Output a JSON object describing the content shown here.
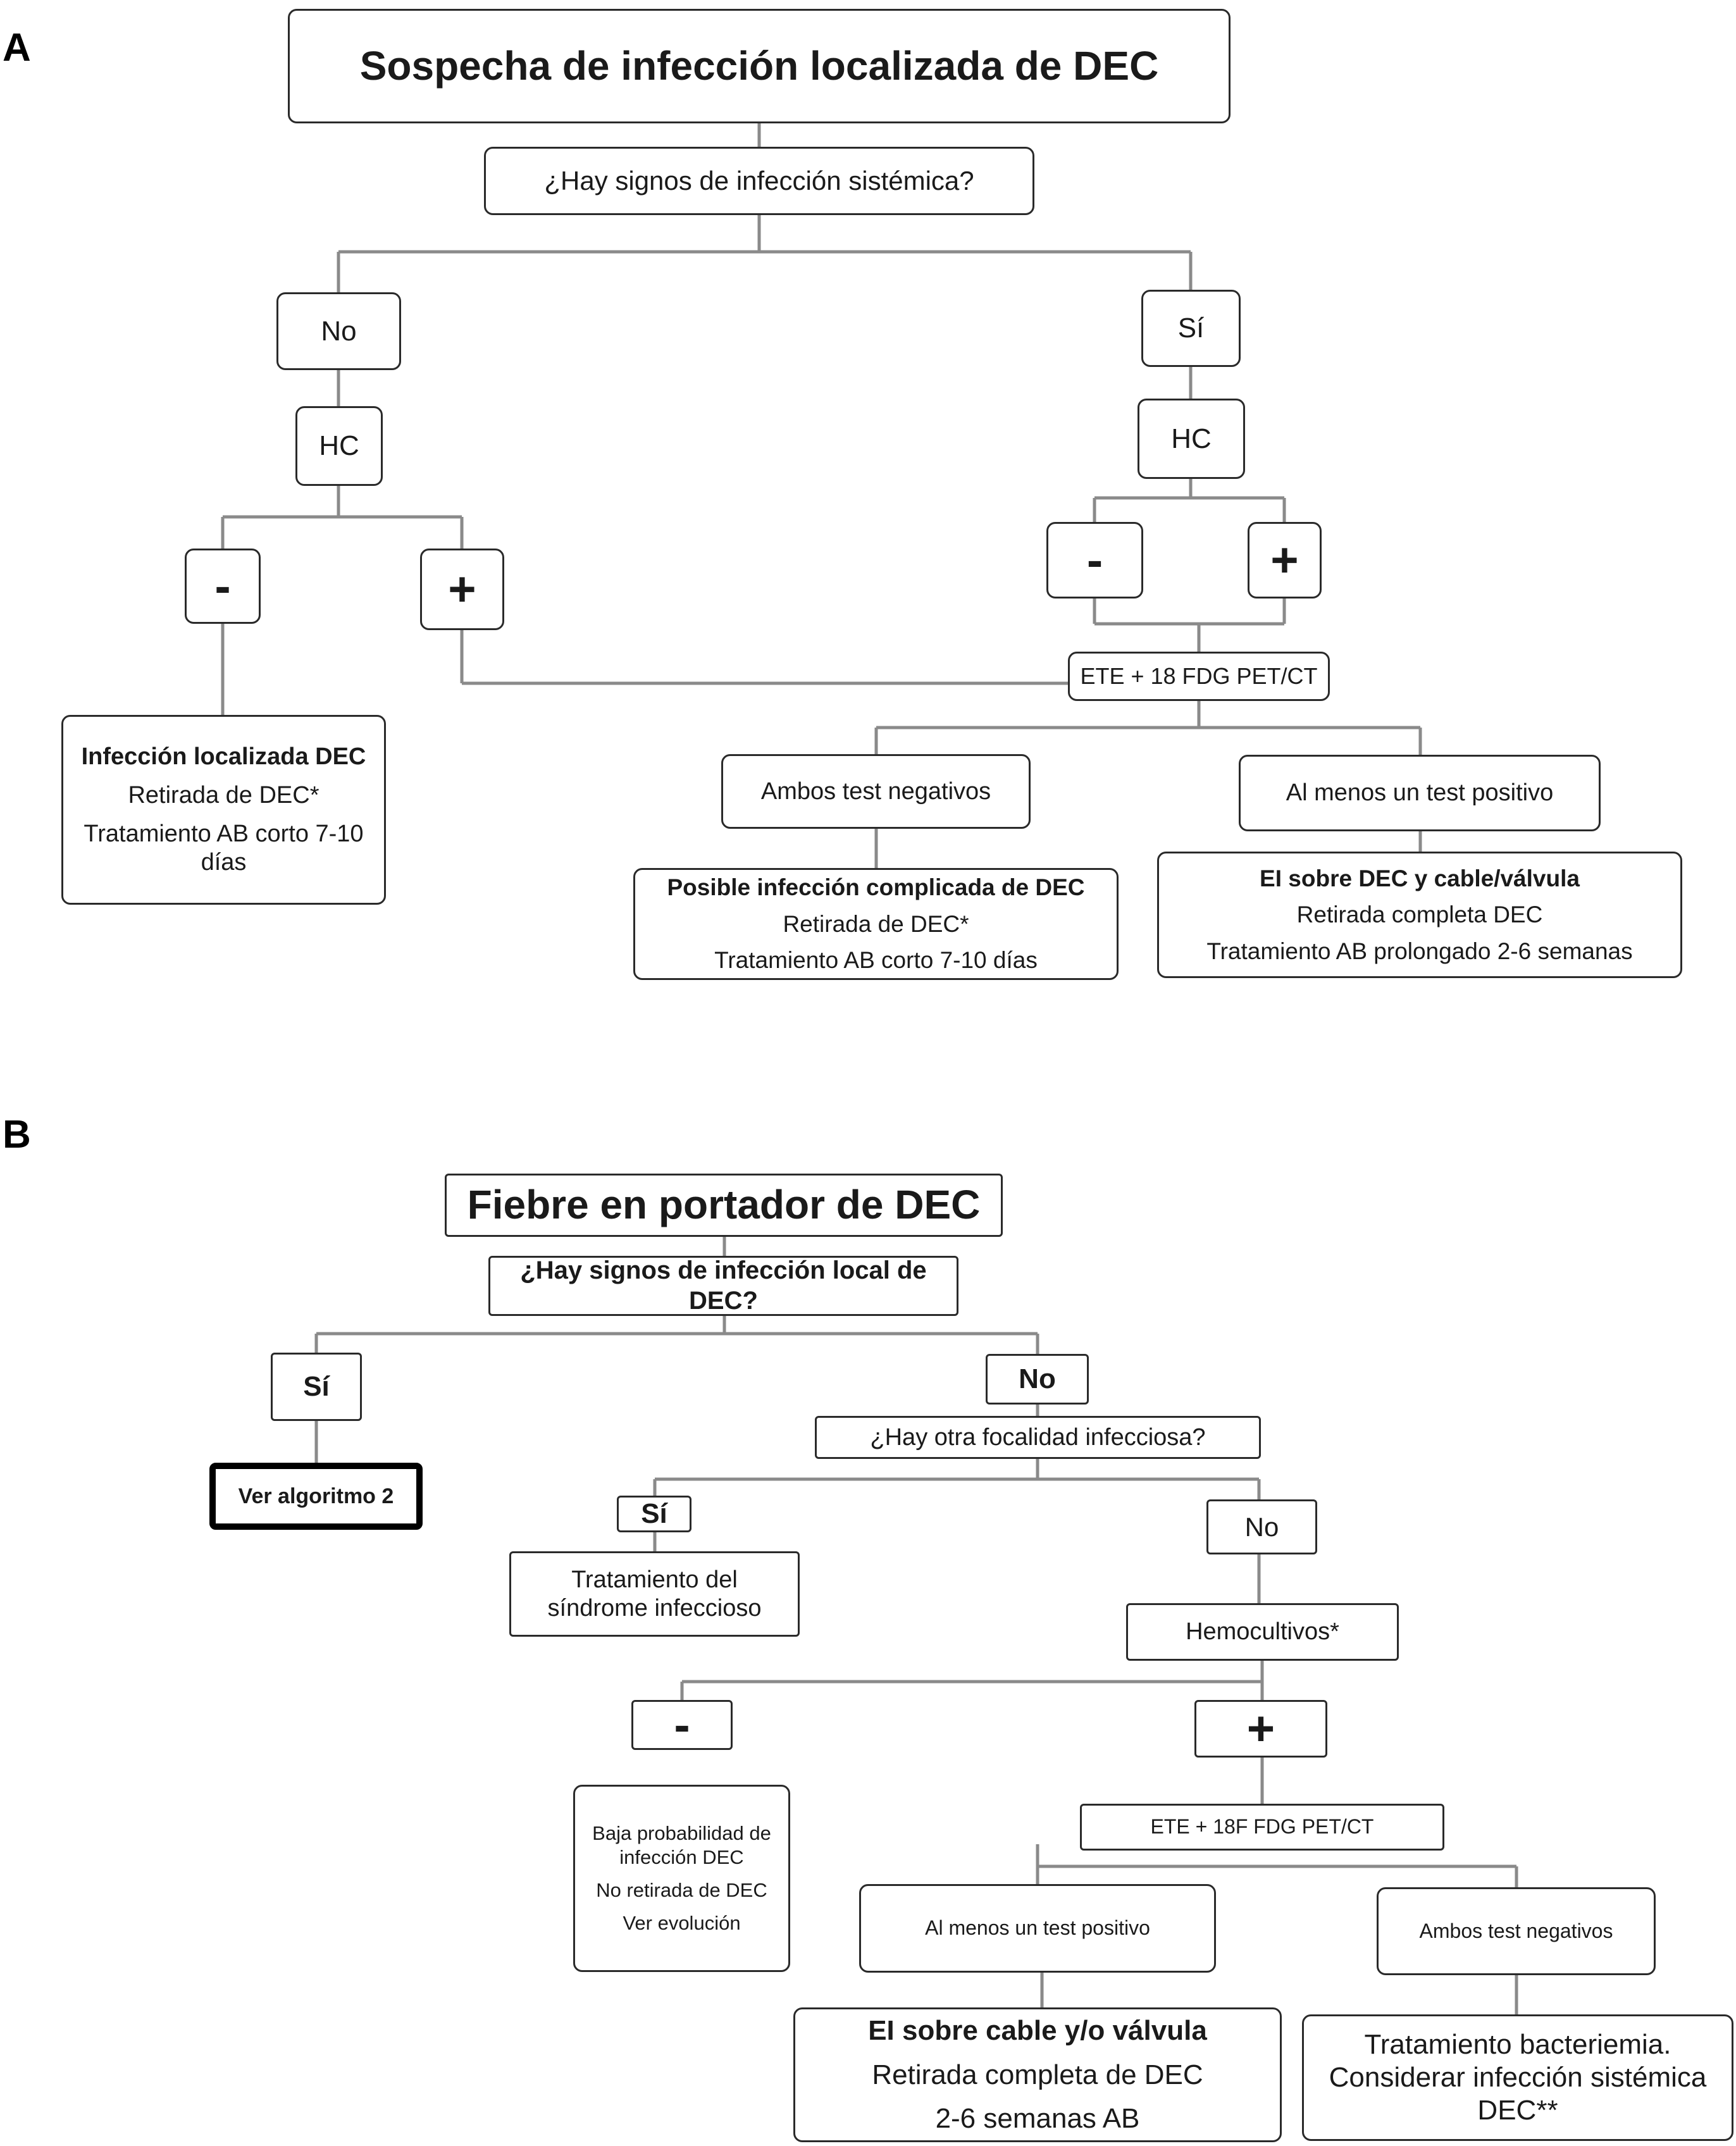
{
  "panel_a": {
    "letter": "A",
    "title": "Sospecha de infección localizada de DEC",
    "question": "¿Hay signos de infección sistémica?",
    "no": "No",
    "yes": "Sí",
    "hc_left": "HC",
    "hc_right": "HC",
    "minus": "-",
    "plus": "+",
    "ete": "ETE + 18 FDG PET/CT",
    "both_negative": "Ambos test negativos",
    "at_least_one_positive": "Al menos un test positivo",
    "localized": {
      "heading": "Infección localizada DEC",
      "line1": "Retirada de DEC*",
      "line2": "Tratamiento AB corto 7-10",
      "line3": "días"
    },
    "possible_complicated": {
      "heading": "Posible infección complicada de DEC",
      "line1": "Retirada de DEC*",
      "line2": "Tratamiento AB corto 7-10 días"
    },
    "ei": {
      "heading": "EI sobre DEC y cable/válvula",
      "line1": "Retirada completa DEC",
      "line2": "Tratamiento AB prolongado 2-6 semanas"
    }
  },
  "panel_b": {
    "letter": "B",
    "title": "Fiebre en portador de DEC",
    "question": "¿Hay signos de infección local de DEC?",
    "yes": "Sí",
    "no": "No",
    "see_algorithm": "Ver algoritmo 2",
    "other_focus_question": "¿Hay otra focalidad infecciosa?",
    "yes2": "Sí",
    "no2": "No",
    "treat_syndrome": {
      "line1": "Tratamiento del",
      "line2": "síndrome infeccioso"
    },
    "blood_cultures": "Hemocultivos*",
    "minus": "-",
    "plus": "+",
    "low_prob": {
      "line1": "Baja probabilidad de",
      "line2": "infección DEC",
      "line3": "No retirada de DEC",
      "line4": "Ver evolución"
    },
    "ete": "ETE + 18F FDG PET/CT",
    "at_least_one_positive": "Al menos un test positivo",
    "both_negative": "Ambos test negativos",
    "ei": {
      "heading": "EI sobre cable y/o válvula",
      "line1": "Retirada completa de DEC",
      "line2": "2-6 semanas AB"
    },
    "bacteremia": {
      "line1": "Tratamiento bacteriemia.",
      "line2": "Considerar infección sistémica",
      "line3": "DEC**"
    }
  }
}
